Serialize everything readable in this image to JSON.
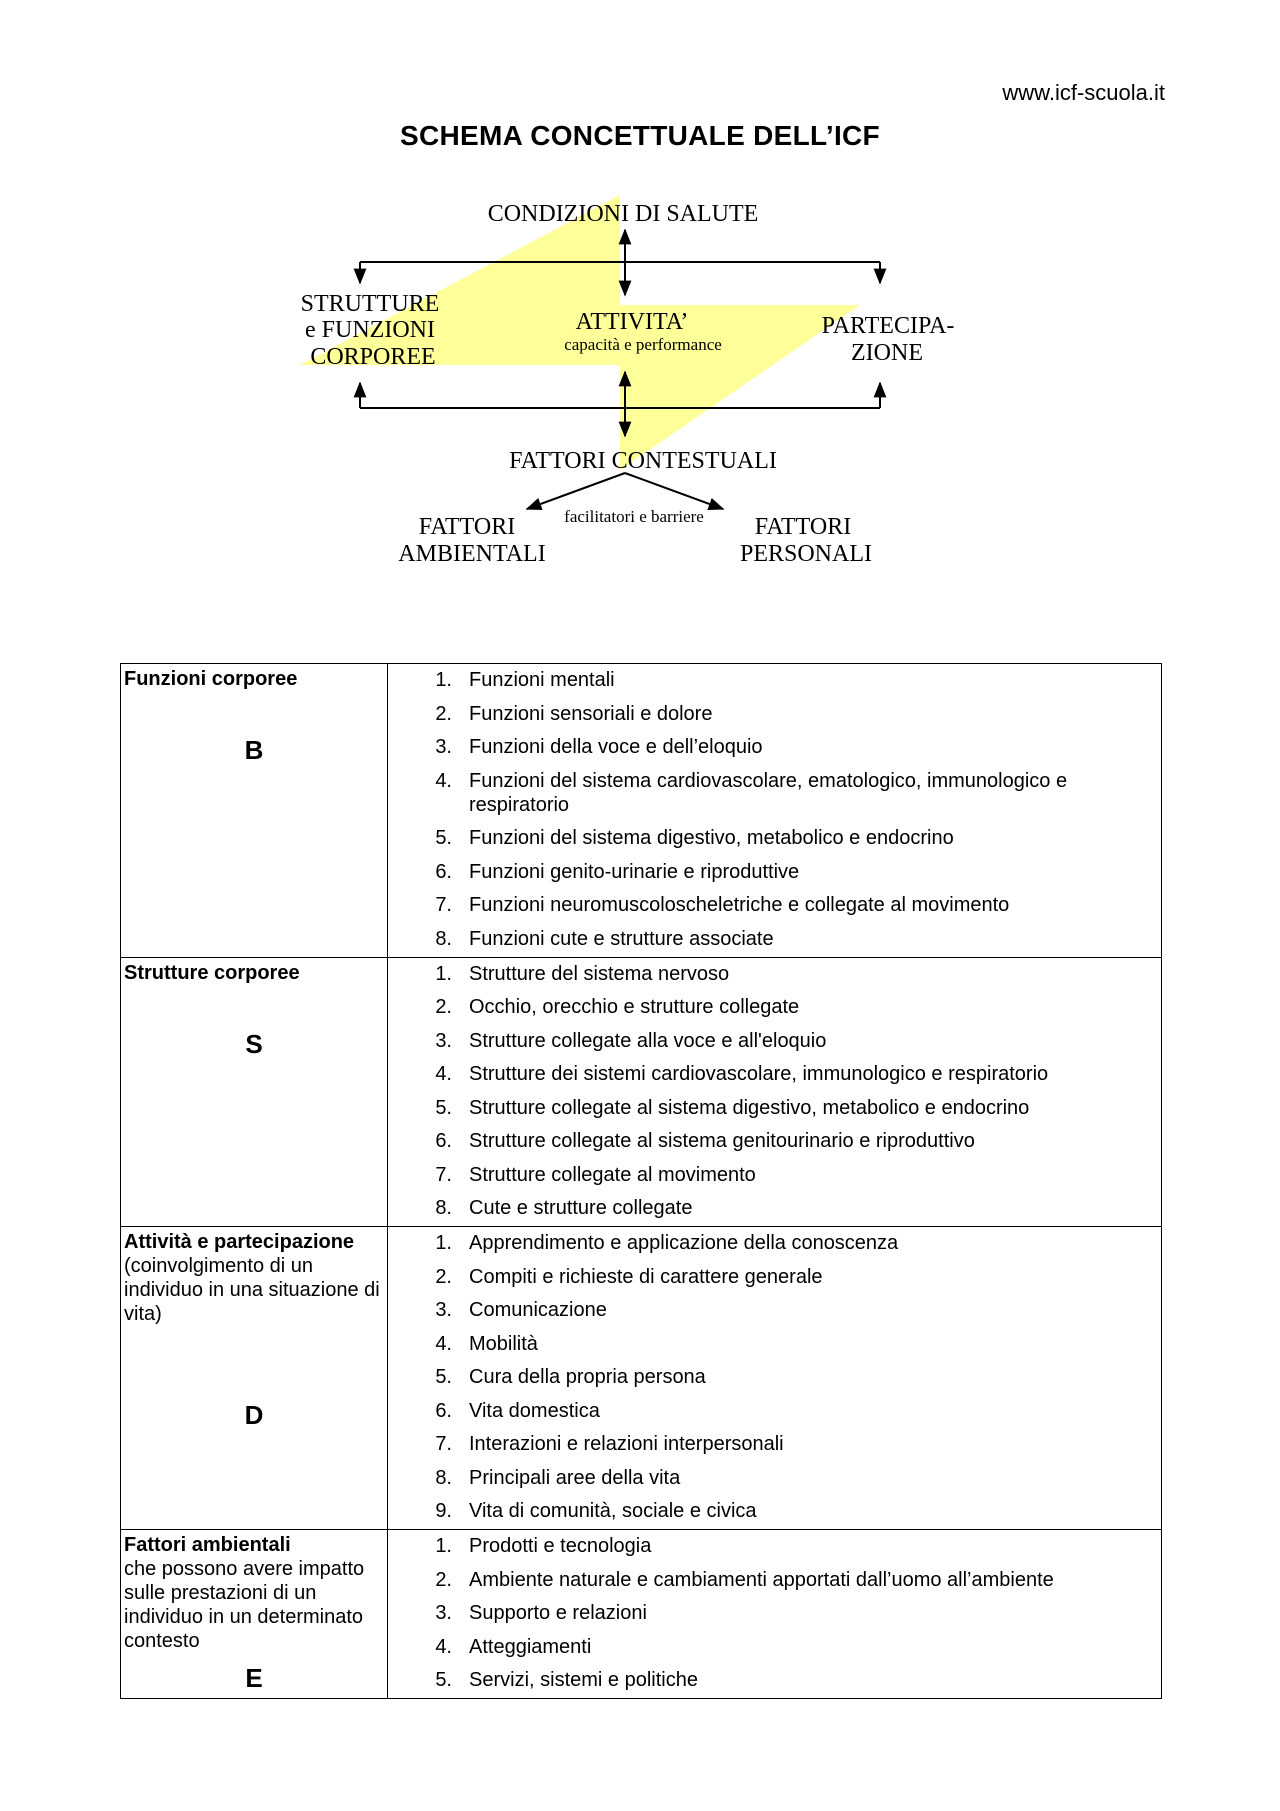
{
  "header": {
    "site": "www.icf-scuola.it",
    "title": "SCHEMA CONCETTUALE DELL’ICF"
  },
  "diagram": {
    "condizioni": "CONDIZIONI DI SALUTE",
    "strutture_lines": [
      "STRUTTURE",
      "e FUNZIONI",
      "CORPOREE"
    ],
    "attivita": "ATTIVITA’",
    "attivita_sub": "capacità  e  performance",
    "partecipazione_lines": [
      "PARTECIPA-",
      "ZIONE"
    ],
    "fattori_contestuali": "FATTORI CONTESTUALI",
    "facilitatori": "facilitatori e barriere",
    "ambientali_lines": [
      "FATTORI",
      "AMBIENTALI"
    ],
    "personali_lines": [
      "FATTORI",
      "PERSONALI"
    ],
    "highlight_color": "#ffff99"
  },
  "table": {
    "rows": [
      {
        "title": "Funzioni corporee",
        "desc": "",
        "code": "B",
        "items": [
          {
            "n": "1.",
            "t": "Funzioni mentali"
          },
          {
            "n": "2.",
            "t": "Funzioni sensoriali e dolore"
          },
          {
            "n": "3.",
            "t": "Funzioni della voce e dell’eloquio"
          },
          {
            "n": "4.",
            "t": "Funzioni del sistema cardiovascolare, ematologico, immunologico e respiratorio"
          },
          {
            "n": "5.",
            "t": "Funzioni del sistema digestivo, metabolico e endocrino"
          },
          {
            "n": "6.",
            "t": "Funzioni genito-urinarie e riproduttive"
          },
          {
            "n": "7.",
            "t": "Funzioni neuromuscoloscheletriche e collegate al movimento"
          },
          {
            "n": "8.",
            "t": "Funzioni cute e strutture associate"
          }
        ]
      },
      {
        "title": "Strutture corporee",
        "desc": "",
        "code": "S",
        "items": [
          {
            "n": "1.",
            "t": "Strutture del sistema nervoso"
          },
          {
            "n": "2.",
            "t": "Occhio, orecchio e strutture collegate"
          },
          {
            "n": "3.",
            "t": "Strutture collegate alla voce e all'eloquio"
          },
          {
            "n": "4.",
            "t": "Strutture dei sistemi cardiovascolare, immunologico e respiratorio"
          },
          {
            "n": "5.",
            "t": "Strutture collegate al sistema digestivo, metabolico e endocrino"
          },
          {
            "n": "6.",
            "t": "Strutture collegate al sistema genitourinario e riproduttivo"
          },
          {
            "n": "7.",
            "t": "Strutture collegate al movimento"
          },
          {
            "n": "8.",
            "t": "Cute e strutture collegate"
          }
        ]
      },
      {
        "title": "Attività e partecipazione",
        "desc": "(coinvolgimento di un individuo in una situazione di vita)",
        "code": "D",
        "items": [
          {
            "n": "1.",
            "t": "Apprendimento e applicazione della conoscenza"
          },
          {
            "n": "2.",
            "t": "Compiti e richieste di carattere generale"
          },
          {
            "n": "3.",
            "t": "Comunicazione"
          },
          {
            "n": "4.",
            "t": "Mobilità"
          },
          {
            "n": "5.",
            "t": "Cura della propria persona"
          },
          {
            "n": "6.",
            "t": "Vita domestica"
          },
          {
            "n": "7.",
            "t": "Interazioni e relazioni interpersonali"
          },
          {
            "n": "8.",
            "t": "Principali aree della vita"
          },
          {
            "n": "9.",
            "t": "Vita di comunità, sociale e civica"
          }
        ]
      },
      {
        "title": "Fattori ambientali",
        "desc": "che possono avere impatto sulle prestazioni di un individuo in un determinato contesto",
        "code": "E",
        "items": [
          {
            "n": "1.",
            "t": "Prodotti e tecnologia"
          },
          {
            "n": "2.",
            "t": "Ambiente naturale e cambiamenti apportati dall’uomo all’ambiente"
          },
          {
            "n": "3.",
            "t": "Supporto e relazioni"
          },
          {
            "n": "4.",
            "t": "Atteggiamenti"
          },
          {
            "n": "5.",
            "t": "Servizi, sistemi e politiche"
          }
        ]
      }
    ]
  }
}
